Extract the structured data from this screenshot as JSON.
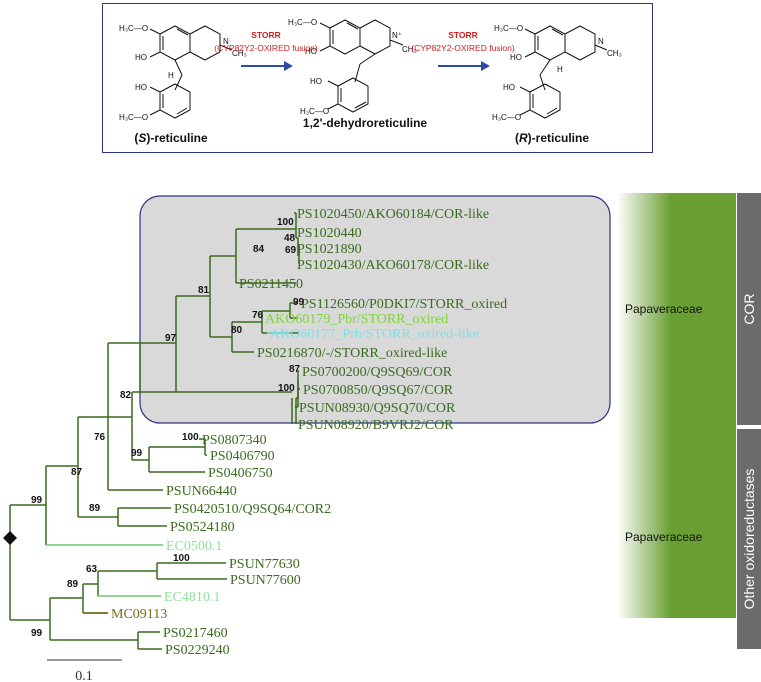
{
  "scheme": {
    "enzyme_name": "STORR",
    "enzyme_detail": "(CYP82Y2-OXIRED fusion)",
    "compounds": [
      {
        "prefix": "(",
        "italic": "S",
        "suffix": ")-reticuline"
      },
      {
        "prefix": "1,2'-dehydroreticuline",
        "italic": "",
        "suffix": ""
      },
      {
        "prefix": "(",
        "italic": "R",
        "suffix": ")-reticuline"
      }
    ]
  },
  "tree": {
    "leaves": [
      {
        "label": "PS1020450/AKO60184/COR-like",
        "color": "#3a6b1e"
      },
      {
        "label": "PS1020440",
        "color": "#3a6b1e"
      },
      {
        "label": "PS1021890",
        "color": "#3a6b1e"
      },
      {
        "label": "PS1020430/AKO60178/COR-like",
        "color": "#3a6b1e"
      },
      {
        "label": "PS0211450",
        "color": "#3a6b1e"
      },
      {
        "label": "PS1126560/P0DKI7/STORR_oxired",
        "color": "#3a6b1e"
      },
      {
        "label": "AKO60179_Pbr/STORR_oxired",
        "color": "#7fd43a"
      },
      {
        "label": "AKO60177_Prh/STORR_oxired-like",
        "color": "#7fe0e6"
      },
      {
        "label": "PS0216870/-/STORR_oxired-like",
        "color": "#3a6b1e"
      },
      {
        "label": "PS0700200/Q9SQ69/COR",
        "color": "#3a6b1e"
      },
      {
        "label": "PS0700850/Q9SQ67/COR",
        "color": "#3a6b1e"
      },
      {
        "label": "PSUN08930/Q9SQ70/COR",
        "color": "#3a6b1e"
      },
      {
        "label": "PSUN08920/B9VRJ2/COR",
        "color": "#3a6b1e"
      },
      {
        "label": "PS0807340",
        "color": "#3a6b1e"
      },
      {
        "label": "PS0406790",
        "color": "#3a6b1e"
      },
      {
        "label": "PS0406750",
        "color": "#3a6b1e"
      },
      {
        "label": "PSUN66440",
        "color": "#3a6b1e"
      },
      {
        "label": "PS0420510/Q9SQ64/COR2",
        "color": "#3a6b1e"
      },
      {
        "label": "PS0524180",
        "color": "#3a6b1e"
      },
      {
        "label": "EC0500.1",
        "color": "#8fe29a"
      },
      {
        "label": "PSUN77630",
        "color": "#3a6b1e"
      },
      {
        "label": "PSUN77600",
        "color": "#3a6b1e"
      },
      {
        "label": "EC4810.1",
        "color": "#8fe29a"
      },
      {
        "label": "MC09113",
        "color": "#7a6a1a"
      },
      {
        "label": "PS0217460",
        "color": "#3a6b1e"
      },
      {
        "label": "PS0229240",
        "color": "#3a6b1e"
      }
    ],
    "bootstrap": [
      "100",
      "48",
      "69",
      "84",
      "99",
      "76",
      "80",
      "81",
      "87",
      "100",
      "97",
      "82",
      "100",
      "99",
      "76",
      "87",
      "89",
      "99",
      "100",
      "63",
      "89",
      "99"
    ],
    "scale_label": "0.1"
  },
  "bands": {
    "family": "Papaveraceae",
    "family_lower": "Papaveraceae",
    "cor": "COR",
    "other": "Other oxidoreductases"
  },
  "colors": {
    "box_border": "#2c3480",
    "tree_branch": "#3a6b1e",
    "clade_fill": "#d9d9d9",
    "band_green": "#6aa033",
    "side_gray": "#6b6b6b",
    "arrow": "#2e4aa8",
    "enzyme_red": "#cc1f1f"
  }
}
